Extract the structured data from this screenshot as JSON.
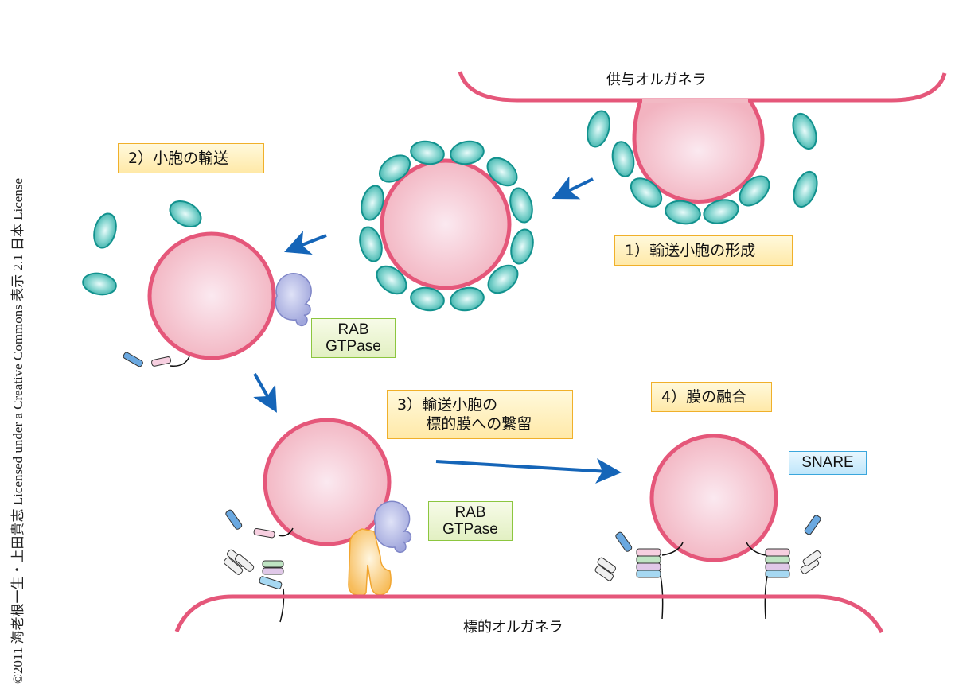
{
  "copyright": "©2011 海老根一生・上田貴志 Licensed under a Creative Commons 表示 2.1 日本 License",
  "organelles": {
    "donor": "供与オルガネラ",
    "target": "標的オルガネラ"
  },
  "steps": [
    {
      "id": 1,
      "label": "1）輸送小胞の形成"
    },
    {
      "id": 2,
      "label": "2）小胞の輸送"
    },
    {
      "id": 3,
      "label": "3）輸送小胞の\n      標的膜への繋留"
    },
    {
      "id": 4,
      "label": "4）膜の融合"
    }
  ],
  "tags": {
    "rab_1": "RAB\nGTPase",
    "rab_2": "RAB\nGTPase",
    "snare": "SNARE"
  },
  "colors": {
    "membrane": "#e5577a",
    "vesicle_fill_center": "#fbe6ee",
    "vesicle_fill_edge": "#f2b6c2",
    "coat_fill": "#4fb9b3",
    "coat_stroke": "#12928e",
    "arrow": "#1565b8",
    "rab": "#a9aee0",
    "tether": "#f6be5c"
  }
}
